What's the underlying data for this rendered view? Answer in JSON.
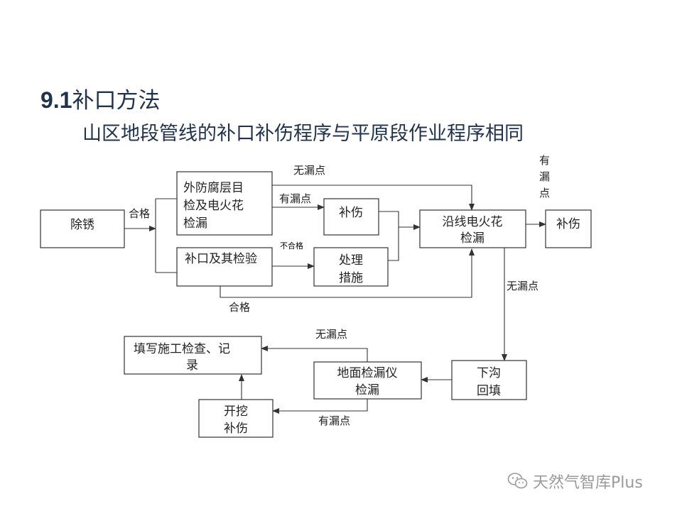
{
  "slide": {
    "title_num": "9.1",
    "title_text": "补口方法",
    "subtitle": "山区地段管线的补口补伤程序与平原段作业程序相同"
  },
  "flowchart": {
    "boxes": {
      "derust": [
        "除锈"
      ],
      "outer_check": [
        "外防腐层目",
        "检及电火花",
        "检漏"
      ],
      "joint_check": [
        "补口及其检验"
      ],
      "repair1": [
        "补伤"
      ],
      "treat": [
        "处理",
        "措施"
      ],
      "spark_line": [
        "沿线电火花",
        "检漏"
      ],
      "repair2": [
        "补伤"
      ],
      "trench": [
        "下沟",
        "回填"
      ],
      "ground_leak": [
        "地面检漏仪",
        "检漏"
      ],
      "record": [
        "填写施工检查、记",
        "录"
      ],
      "excavate": [
        "开挖",
        "补伤"
      ]
    },
    "labels": {
      "pass1": "合格",
      "no_leak_top": "无漏点",
      "has_leak_mid": "有漏点",
      "fail": "不合格",
      "pass2": "合格",
      "has_leak_right": [
        "有",
        "漏",
        "点"
      ],
      "no_leak_right": "无漏点",
      "no_leak_bottom": "无漏点",
      "has_leak_bottom": "有漏点"
    }
  },
  "watermark": {
    "text": "天然气智库Plus",
    "icon": "wechat-icon"
  }
}
